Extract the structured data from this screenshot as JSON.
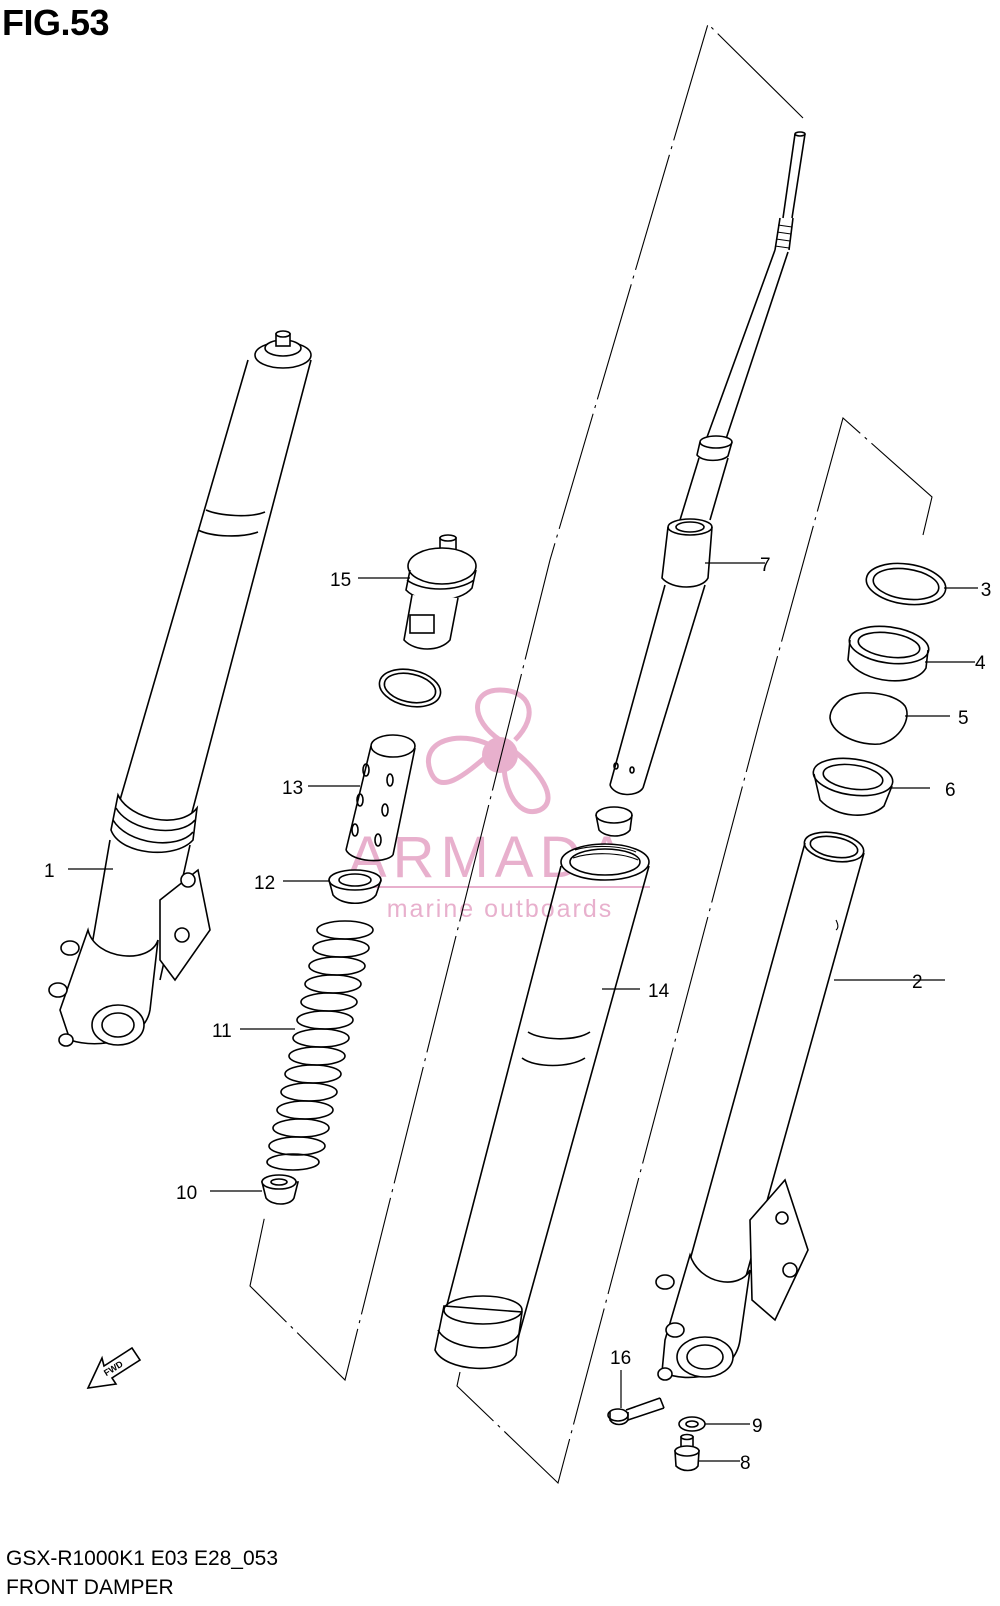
{
  "header": {
    "figure_title": "FIG.53"
  },
  "footer": {
    "model_code": "GSX-R1000K1 E03 E28_053",
    "section_name": "FRONT DAMPER"
  },
  "watermark": {
    "brand": "ARMADA",
    "tagline": "marine outboards",
    "color": "#e6a8c8"
  },
  "fwd_arrow": {
    "label": "FWD"
  },
  "callouts": [
    {
      "id": "c1",
      "label": "1"
    },
    {
      "id": "c2",
      "label": "2"
    },
    {
      "id": "c3",
      "label": "3"
    },
    {
      "id": "c4",
      "label": "4"
    },
    {
      "id": "c5",
      "label": "5"
    },
    {
      "id": "c6",
      "label": "6"
    },
    {
      "id": "c7",
      "label": "7"
    },
    {
      "id": "c8",
      "label": "8"
    },
    {
      "id": "c9",
      "label": "9"
    },
    {
      "id": "c10",
      "label": "10"
    },
    {
      "id": "c11",
      "label": "11"
    },
    {
      "id": "c12",
      "label": "12"
    },
    {
      "id": "c13",
      "label": "13"
    },
    {
      "id": "c14",
      "label": "14"
    },
    {
      "id": "c15",
      "label": "15"
    },
    {
      "id": "c16",
      "label": "16"
    }
  ]
}
